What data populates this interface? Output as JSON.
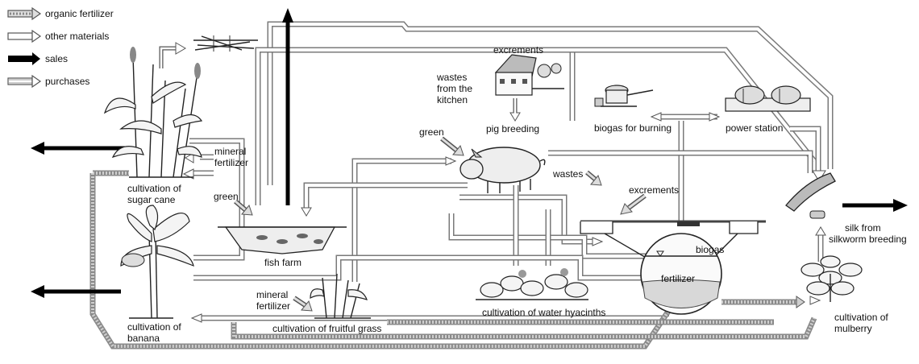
{
  "legend": {
    "organic_fertilizer": "organic fertilizer",
    "other_materials": "other materials",
    "sales": "sales",
    "purchases": "purchases"
  },
  "labels": {
    "sugar_cane": [
      "cultivation of",
      "sugar cane"
    ],
    "banana": [
      "cultivation of",
      "banana"
    ],
    "mineral_fertilizer_top": [
      "mineral",
      "fertilizer"
    ],
    "green_fish": "green",
    "fish_farm": "fish farm",
    "mineral_fertilizer_bottom": [
      "mineral",
      "fertilizer"
    ],
    "fruitful_grass": "cultivation of fruitful grass",
    "excrements_top": "excrements",
    "kitchen_wastes": [
      "wastes",
      "from the",
      "kitchen"
    ],
    "pig_breeding": "pig breeding",
    "green_pig": "green",
    "wastes": "wastes",
    "water_hyacinths": "cultivation of water hyacinths",
    "excrements_mid": "excrements",
    "biogas_burning": "biogas for burning",
    "power_station": "power station",
    "biogas": "biogas",
    "fertilizer": "fertilizer",
    "silk": [
      "silk from",
      "silkworm breeding"
    ],
    "mulberry": [
      "cultivation of",
      "mulberry"
    ]
  }
}
